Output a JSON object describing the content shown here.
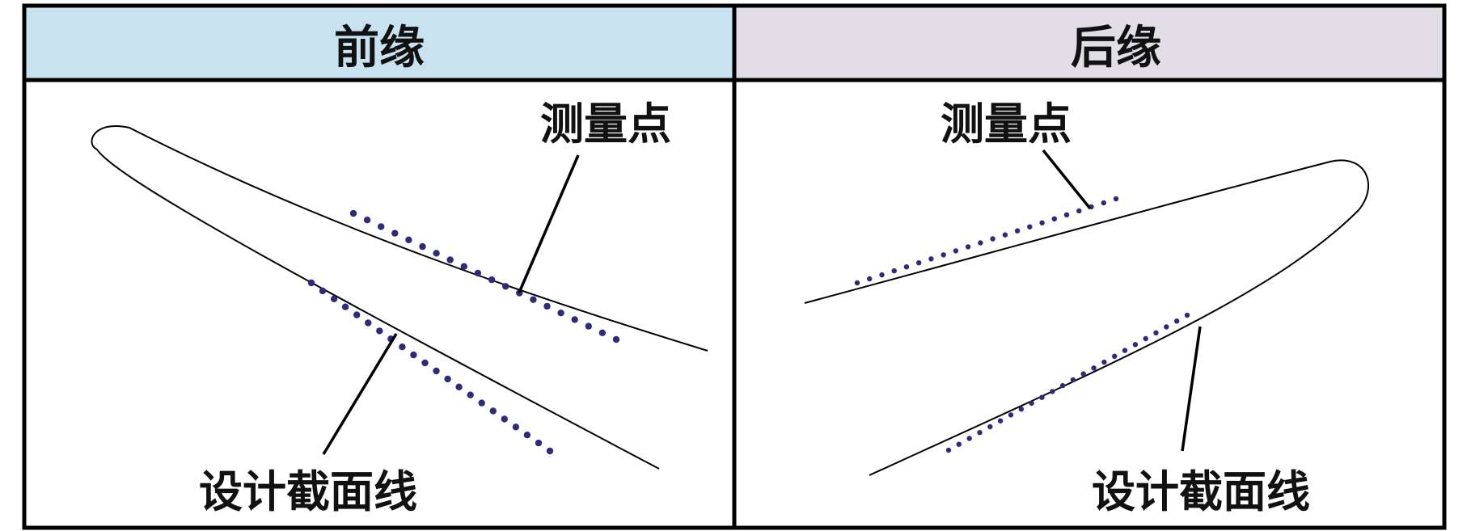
{
  "headers": {
    "left": "前缘",
    "right": "后缘"
  },
  "colors": {
    "left_header_bg": "#c8e3ef",
    "right_header_bg": "#e1dee6",
    "measurement_points": "#2e2b7a",
    "lines": "#000000"
  },
  "left_panel": {
    "measure_label": "测量点",
    "design_label": "设计截面线"
  },
  "right_panel": {
    "measure_label": "测量点",
    "design_label": "设计截面线"
  }
}
